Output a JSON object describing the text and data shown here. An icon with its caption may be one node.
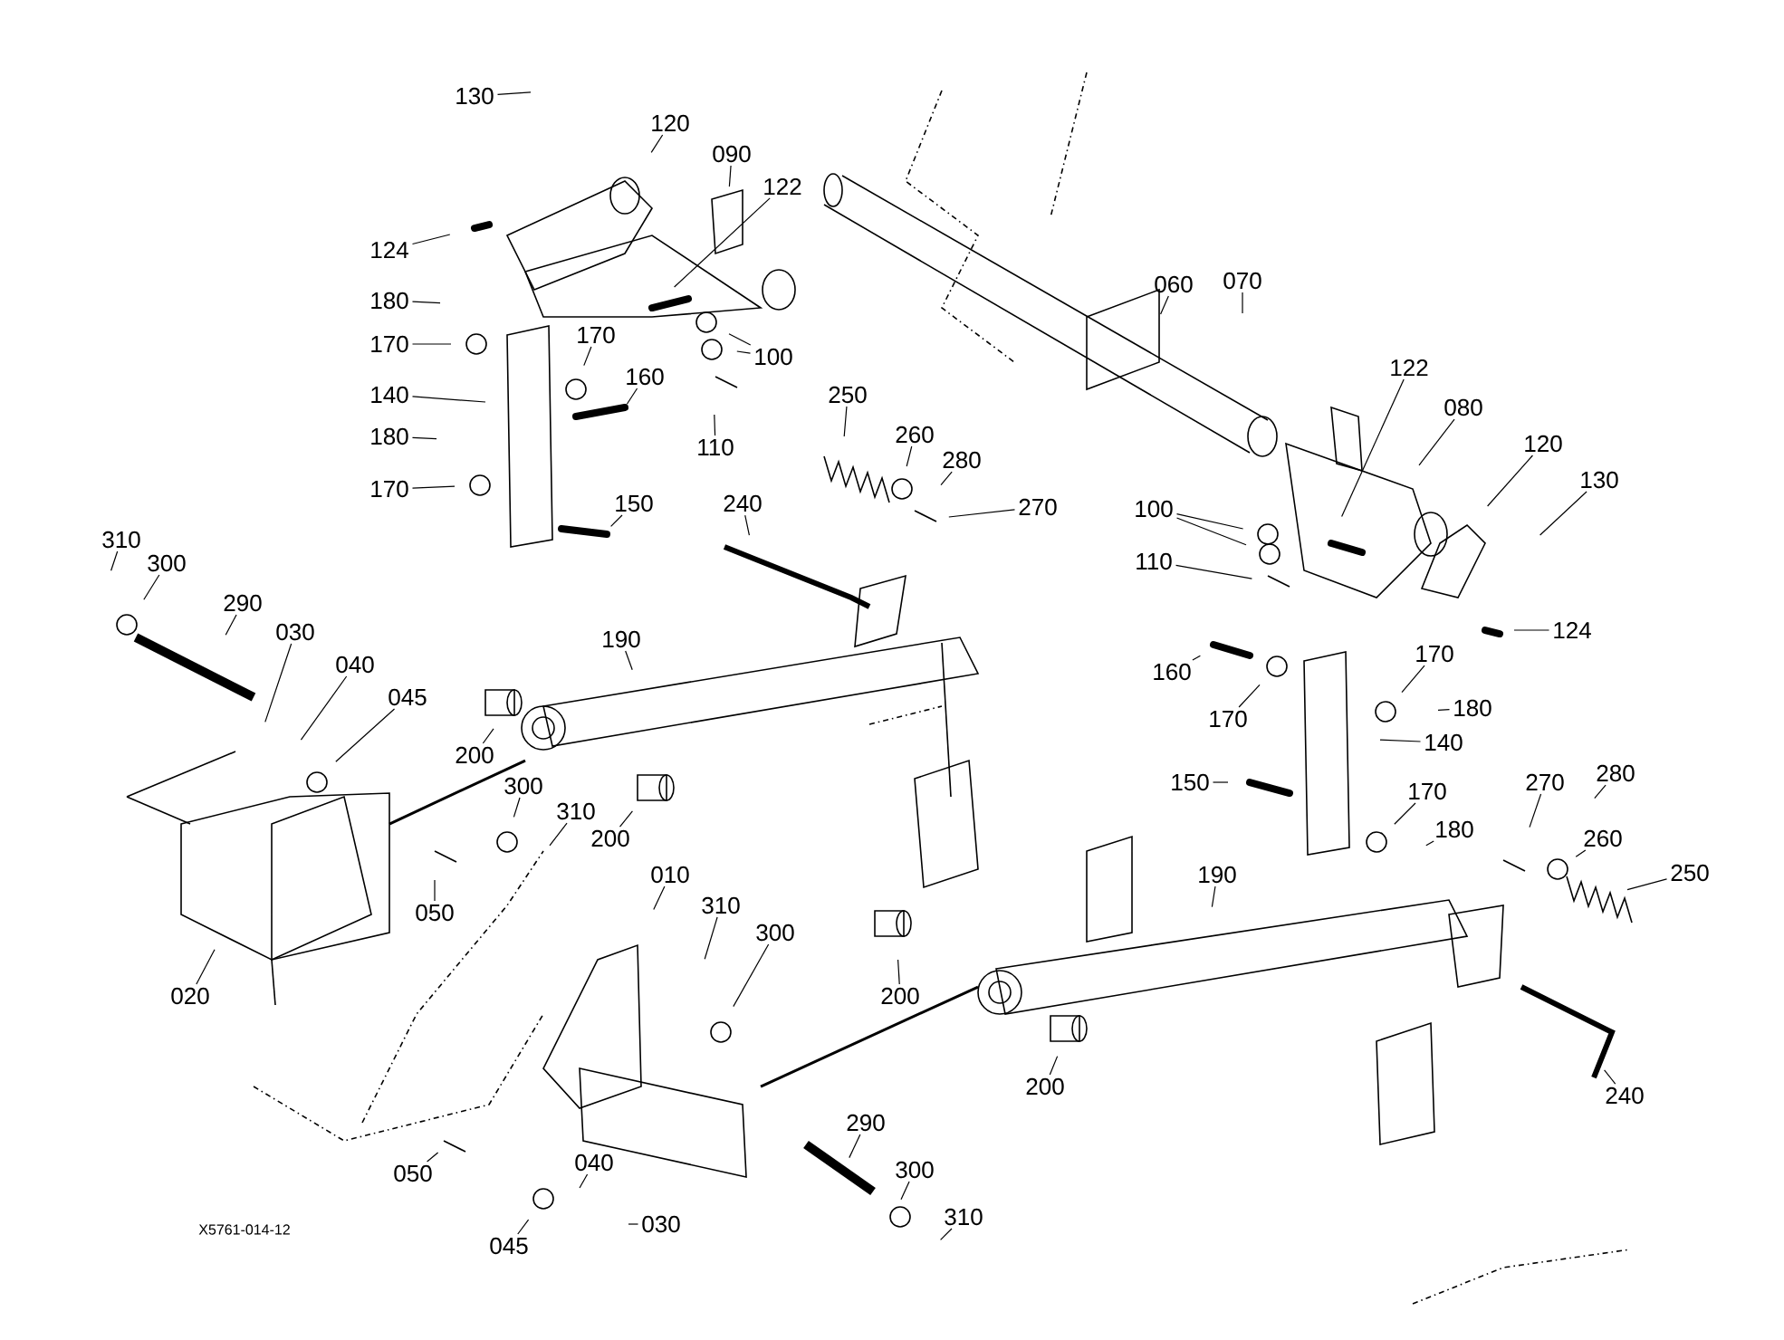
{
  "diagram": {
    "nodes": [
      {
        "text": [
          "130"
        ]
      },
      {
        "text": [
          "120"
        ]
      },
      {
        "text": [
          "090"
        ]
      },
      {
        "text": [
          "122"
        ]
      },
      {
        "text": [
          "124"
        ]
      },
      {
        "text": [
          "180"
        ]
      },
      {
        "text": [
          "170"
        ]
      },
      {
        "text": [
          "170"
        ]
      },
      {
        "text": [
          "100"
        ]
      },
      {
        "text": [
          "160"
        ]
      },
      {
        "text": [
          "140"
        ]
      },
      {
        "text": [
          "110"
        ]
      },
      {
        "text": [
          "180"
        ]
      },
      {
        "text": [
          "170"
        ]
      },
      {
        "text": [
          "150"
        ]
      },
      {
        "text": [
          "250"
        ]
      },
      {
        "text": [
          "260"
        ]
      },
      {
        "text": [
          "280"
        ]
      },
      {
        "text": [
          "270"
        ]
      },
      {
        "text": [
          "240"
        ]
      },
      {
        "text": [
          "060"
        ]
      },
      {
        "text": [
          "070"
        ]
      },
      {
        "text": [
          "122"
        ]
      },
      {
        "text": [
          "080"
        ]
      },
      {
        "text": [
          "120"
        ]
      },
      {
        "text": [
          "130"
        ]
      },
      {
        "text": [
          "100"
        ]
      },
      {
        "text": [
          "110"
        ]
      },
      {
        "text": [
          "124"
        ]
      },
      {
        "text": [
          "160"
        ]
      },
      {
        "text": [
          "170"
        ]
      },
      {
        "text": [
          "170"
        ]
      },
      {
        "text": [
          "180"
        ]
      },
      {
        "text": [
          "140"
        ]
      },
      {
        "text": [
          "150"
        ]
      },
      {
        "text": [
          "170"
        ]
      },
      {
        "text": [
          "180"
        ]
      },
      {
        "text": [
          "270"
        ]
      },
      {
        "text": [
          "280"
        ]
      },
      {
        "text": [
          "260"
        ]
      },
      {
        "text": [
          "250"
        ]
      },
      {
        "text": [
          "240"
        ]
      },
      {
        "text": [
          "190"
        ]
      },
      {
        "text": [
          "200"
        ]
      },
      {
        "text": [
          "200"
        ]
      },
      {
        "text": [
          "310"
        ]
      },
      {
        "text": [
          "300"
        ]
      },
      {
        "text": [
          "290"
        ]
      },
      {
        "text": [
          "030"
        ]
      },
      {
        "text": [
          "040"
        ]
      },
      {
        "text": [
          "045"
        ]
      },
      {
        "text": [
          "190"
        ]
      },
      {
        "text": [
          "200"
        ]
      },
      {
        "text": [
          "200"
        ]
      },
      {
        "text": [
          "300"
        ]
      },
      {
        "text": [
          "310"
        ]
      },
      {
        "text": [
          "050"
        ]
      },
      {
        "text": [
          "020"
        ]
      },
      {
        "text": [
          "010"
        ]
      },
      {
        "text": [
          "310"
        ]
      },
      {
        "text": [
          "300"
        ]
      },
      {
        "text": [
          "050"
        ]
      },
      {
        "text": [
          "040"
        ]
      },
      {
        "text": [
          "045"
        ]
      },
      {
        "text": [
          "030"
        ]
      },
      {
        "text": [
          "290"
        ]
      },
      {
        "text": [
          "300"
        ]
      },
      {
        "text": [
          "310"
        ]
      }
    ],
    "edges": [
      {
        "from": 0,
        "to": null,
        "arrow": "none"
      },
      {
        "from": 1,
        "to": null,
        "arrow": "none"
      },
      {
        "from": 2,
        "to": null,
        "arrow": "none"
      },
      {
        "from": 3,
        "to": null,
        "arrow": "none"
      },
      {
        "from": 4,
        "to": null,
        "arrow": "none"
      },
      {
        "from": 5,
        "to": null,
        "arrow": "none"
      },
      {
        "from": 6,
        "to": null,
        "arrow": "none"
      },
      {
        "from": 7,
        "to": null,
        "arrow": "none"
      },
      {
        "from": 8,
        "to": null,
        "arrow": "none"
      },
      {
        "from": 8,
        "to": null,
        "arrow": "none"
      },
      {
        "from": 9,
        "to": null,
        "arrow": "none"
      },
      {
        "from": 10,
        "to": null,
        "arrow": "none"
      },
      {
        "from": 11,
        "to": null,
        "arrow": "none"
      },
      {
        "from": 12,
        "to": null,
        "arrow": "none"
      },
      {
        "from": 13,
        "to": null,
        "arrow": "none"
      },
      {
        "from": 14,
        "to": null,
        "arrow": "none"
      },
      {
        "from": 15,
        "to": null,
        "arrow": "none"
      },
      {
        "from": 16,
        "to": null,
        "arrow": "none"
      },
      {
        "from": 17,
        "to": null,
        "arrow": "none"
      },
      {
        "from": 18,
        "to": null,
        "arrow": "none"
      },
      {
        "from": 19,
        "to": null,
        "arrow": "none"
      },
      {
        "from": 20,
        "to": null,
        "arrow": "none"
      },
      {
        "from": 21,
        "to": null,
        "arrow": "none"
      },
      {
        "from": 22,
        "to": null,
        "arrow": "none"
      },
      {
        "from": 23,
        "to": null,
        "arrow": "none"
      },
      {
        "from": 24,
        "to": null,
        "arrow": "none"
      },
      {
        "from": 25,
        "to": null,
        "arrow": "none"
      },
      {
        "from": 26,
        "to": null,
        "arrow": "none"
      },
      {
        "from": 26,
        "to": null,
        "arrow": "none"
      },
      {
        "from": 27,
        "to": null,
        "arrow": "none"
      },
      {
        "from": 28,
        "to": null,
        "arrow": "none"
      },
      {
        "from": 29,
        "to": null,
        "arrow": "none"
      },
      {
        "from": 30,
        "to": null,
        "arrow": "none"
      },
      {
        "from": 31,
        "to": null,
        "arrow": "none"
      },
      {
        "from": 32,
        "to": null,
        "arrow": "none"
      },
      {
        "from": 33,
        "to": null,
        "arrow": "none"
      },
      {
        "from": 34,
        "to": null,
        "arrow": "none"
      },
      {
        "from": 35,
        "to": null,
        "arrow": "none"
      },
      {
        "from": 36,
        "to": null,
        "arrow": "none"
      },
      {
        "from": 37,
        "to": null,
        "arrow": "none"
      },
      {
        "from": 38,
        "to": null,
        "arrow": "none"
      },
      {
        "from": 39,
        "to": null,
        "arrow": "none"
      },
      {
        "from": 40,
        "to": null,
        "arrow": "none"
      },
      {
        "from": 41,
        "to": null,
        "arrow": "none"
      },
      {
        "from": 42,
        "to": null,
        "arrow": "none"
      },
      {
        "from": 43,
        "to": null,
        "arrow": "none"
      },
      {
        "from": 44,
        "to": null,
        "arrow": "none"
      },
      {
        "from": 45,
        "to": null,
        "arrow": "none"
      },
      {
        "from": 46,
        "to": null,
        "arrow": "none"
      },
      {
        "from": 47,
        "to": null,
        "arrow": "none"
      },
      {
        "from": 48,
        "to": null,
        "arrow": "none"
      },
      {
        "from": 49,
        "to": null,
        "arrow": "none"
      },
      {
        "from": 50,
        "to": null,
        "arrow": "none"
      },
      {
        "from": 51,
        "to": null,
        "arrow": "none"
      },
      {
        "from": 52,
        "to": null,
        "arrow": "none"
      },
      {
        "from": 53,
        "to": null,
        "arrow": "none"
      },
      {
        "from": 54,
        "to": null,
        "arrow": "none"
      },
      {
        "from": 55,
        "to": null,
        "arrow": "none"
      },
      {
        "from": 56,
        "to": null,
        "arrow": "none"
      },
      {
        "from": 57,
        "to": null,
        "arrow": "none"
      },
      {
        "from": 58,
        "to": null,
        "arrow": "none"
      },
      {
        "from": 59,
        "to": null,
        "arrow": "none"
      },
      {
        "from": 60,
        "to": null,
        "arrow": "none"
      },
      {
        "from": 61,
        "to": null,
        "arrow": "none"
      },
      {
        "from": 62,
        "to": null,
        "arrow": "none"
      },
      {
        "from": 63,
        "to": null,
        "arrow": "none"
      },
      {
        "from": 64,
        "to": null,
        "arrow": "none"
      },
      {
        "from": 65,
        "to": null,
        "arrow": "none"
      },
      {
        "from": 66,
        "to": null,
        "arrow": "none"
      },
      {
        "from": 67,
        "to": null,
        "arrow": "none"
      }
    ],
    "labels": [
      "X5761-014-12"
    ]
  }
}
